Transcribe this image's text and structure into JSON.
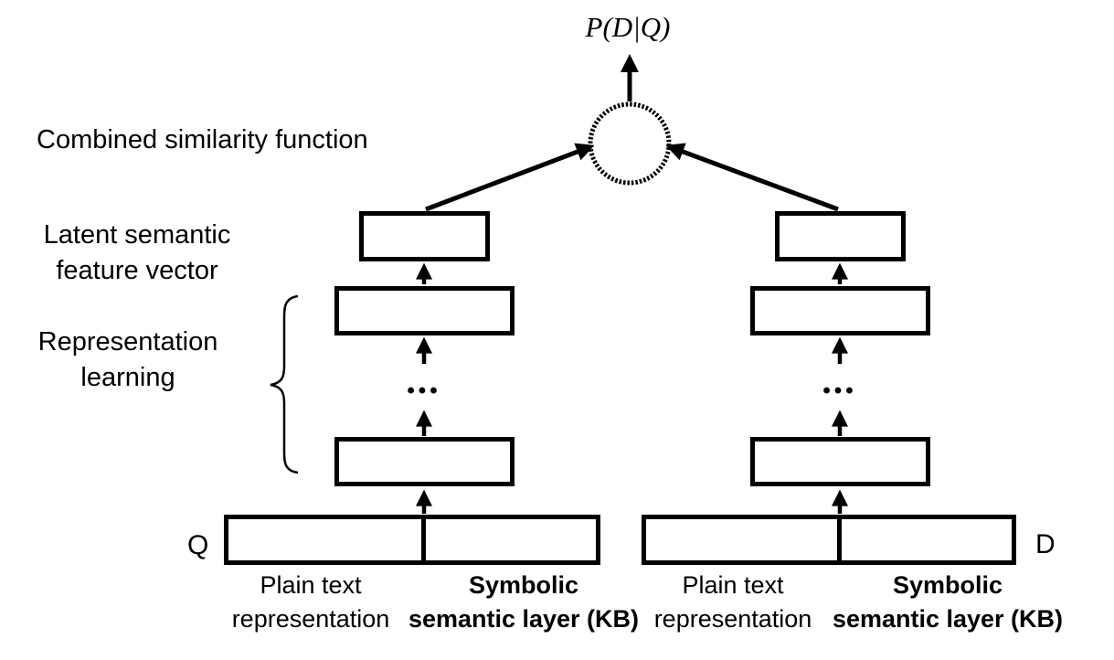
{
  "diagram": {
    "formula": "P(D|Q)",
    "labels": {
      "combined_similarity": "Combined similarity function",
      "latent_line1": "Latent semantic",
      "latent_line2": "feature vector",
      "representation_line1": "Representation",
      "representation_line2": "learning"
    },
    "query_letter": "Q",
    "document_letter": "D",
    "ellipsis": "•••",
    "input_labels": {
      "plain_line1": "Plain text",
      "plain_line2": "representation",
      "symbolic_line1": "Symbolic",
      "symbolic_line2": "semantic layer (KB)"
    },
    "colors": {
      "stroke": "#000000",
      "background": "#ffffff"
    }
  }
}
